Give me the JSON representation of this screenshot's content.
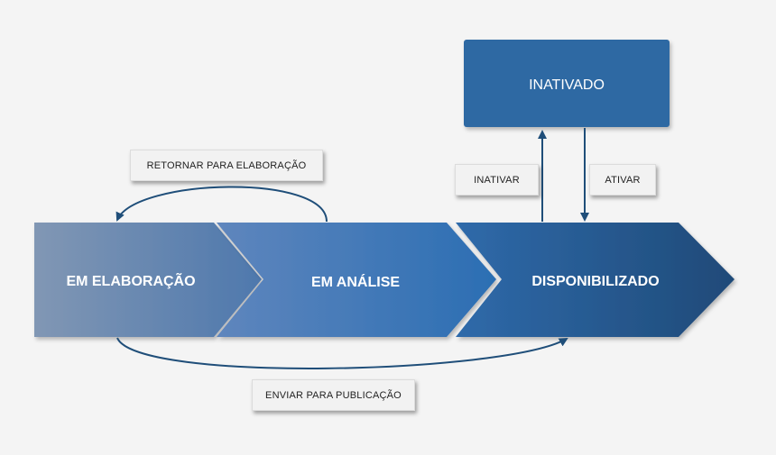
{
  "stages": {
    "em_elaboracao": "EM ELABORAÇÃO",
    "em_analise": "EM ANÁLISE",
    "disponibilizado": "DISPONIBILIZADO"
  },
  "inativado": "INATIVADO",
  "transitions": {
    "retornar": "RETORNAR PARA ELABORAÇÃO",
    "enviar": "ENVIAR PARA PUBLICAÇÃO",
    "inativar": "INATIVAR",
    "ativar": "ATIVAR"
  },
  "colors": {
    "background": "#f4f4f4",
    "stage1_start": "#8197b4",
    "stage1_end": "#4e78ad",
    "stage2_start": "#5f86bd",
    "stage2_end": "#2b6eb3",
    "stage3_start": "#2f6aaa",
    "stage3_end": "#1f4a78",
    "inativado_box": "#2f69a3",
    "arrow": "#1f4e79"
  }
}
